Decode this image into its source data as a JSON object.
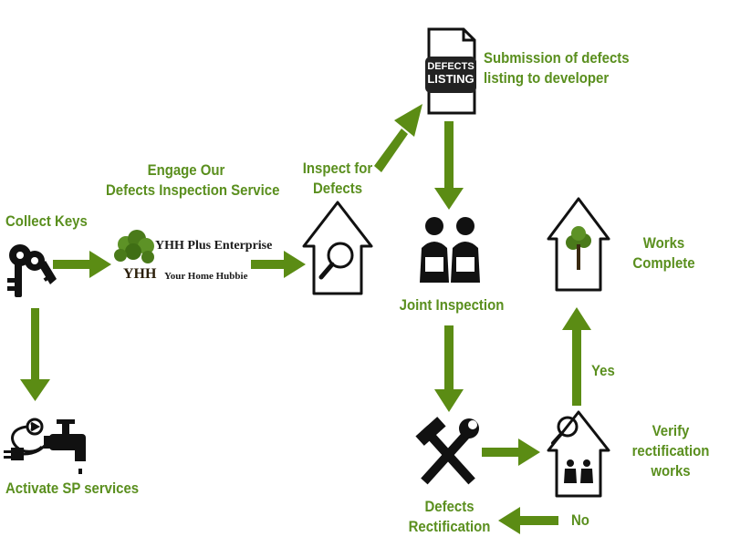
{
  "labels": {
    "collect_keys": "Collect Keys",
    "activate_sp": "Activate SP services",
    "engage_line1": "Engage Our",
    "engage_line2": "Defects Inspection Service",
    "inspect_line1": "Inspect for",
    "inspect_line2": "Defects",
    "submission_line1": "Submission of defects",
    "submission_line2": "listing to developer",
    "joint_inspection": "Joint Inspection",
    "works_line1": "Works",
    "works_line2": "Complete",
    "yes": "Yes",
    "no": "No",
    "verify_line1": "Verify",
    "verify_line2": "rectification",
    "verify_line3": "works",
    "rect_line1": "Defects",
    "rect_line2": "Rectification"
  },
  "brand": {
    "title": "YHH Plus Enterprise",
    "subtitle": "Your Home Hubbie",
    "monogram": "YHH"
  },
  "document": {
    "line1": "DEFECTS",
    "line2": "LISTING"
  },
  "colors": {
    "accent": "#5a8f1e",
    "arrow": "#5b8c14",
    "icon": "#111111"
  },
  "icons": [
    "keys-icon",
    "plug-icon",
    "tap-icon",
    "house-magnifier-icon",
    "document-icon",
    "people-icon",
    "tools-icon",
    "house-tree-icon",
    "house-inspection-icon"
  ]
}
